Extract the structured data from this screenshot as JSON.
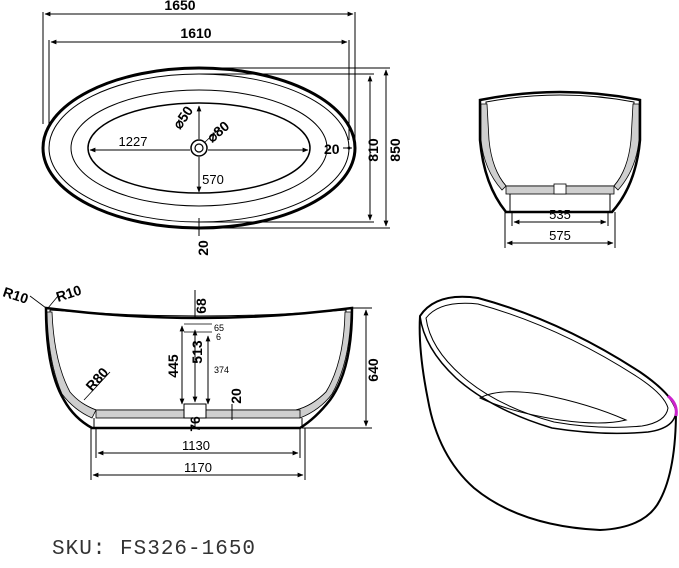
{
  "top_view": {
    "overall_length": "1650",
    "rim_length": "1610",
    "basin_length": "1227",
    "basin_width": "570",
    "overall_width": "850",
    "rim_width": "810",
    "rim_thickness_side": "20",
    "rim_thickness_front": "20",
    "drain_diameter_inner": "⌀50",
    "drain_diameter_outer": "⌀80"
  },
  "end_view": {
    "base_inner": "535",
    "base_outer": "575"
  },
  "side_view": {
    "rim_radius_left": "R10",
    "rim_radius_right": "R10",
    "corner_radius": "R80",
    "depth_to_drain": "68",
    "inner_depth_a": "445",
    "inner_depth_b": "513",
    "drain_dim_a": "65",
    "drain_dim_b": "6",
    "drain_dim_c": "374",
    "floor_thickness": "20",
    "drain_offset": "76",
    "overall_height": "640",
    "base_inner": "1130",
    "base_outer": "1170"
  },
  "sku": "SKU: FS326-1650",
  "colors": {
    "line": "#000000",
    "accent": "#cc22cc",
    "fill": "#ffffff"
  }
}
